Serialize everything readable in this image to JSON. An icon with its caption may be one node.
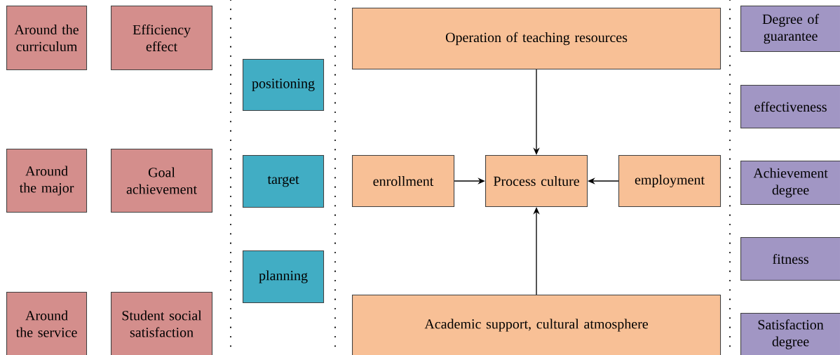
{
  "diagram": {
    "nodes": [
      {
        "text": [
          "Around the curriculum"
        ]
      },
      {
        "text": [
          "Efficiency effect"
        ]
      },
      {
        "text": [
          "positioning"
        ]
      },
      {
        "text": [
          "Around the major"
        ]
      },
      {
        "text": [
          "Goal achievement"
        ]
      },
      {
        "text": [
          "target"
        ]
      },
      {
        "text": [
          "Around the service"
        ]
      },
      {
        "text": [
          "Student social satisfaction"
        ]
      },
      {
        "text": [
          "planning"
        ]
      },
      {
        "text": [
          "Operation of teaching resources"
        ]
      },
      {
        "text": [
          "enrollment"
        ]
      },
      {
        "text": [
          "Process culture"
        ]
      },
      {
        "text": [
          "employment"
        ]
      },
      {
        "text": [
          "Academic support, cultural atmosphere"
        ]
      },
      {
        "text": [
          "Degree of guarantee"
        ]
      },
      {
        "text": [
          "effectiveness"
        ]
      },
      {
        "text": [
          "Achievement degree"
        ]
      },
      {
        "text": [
          "fitness"
        ]
      },
      {
        "text": [
          "Satisfaction degree"
        ]
      }
    ],
    "edges": [
      {
        "from": 9,
        "to": 11,
        "arrow": "to"
      },
      {
        "from": 10,
        "to": 11,
        "arrow": "to"
      },
      {
        "from": 12,
        "to": 11,
        "arrow": "to"
      },
      {
        "from": 13,
        "to": 11,
        "arrow": "to"
      }
    ]
  }
}
